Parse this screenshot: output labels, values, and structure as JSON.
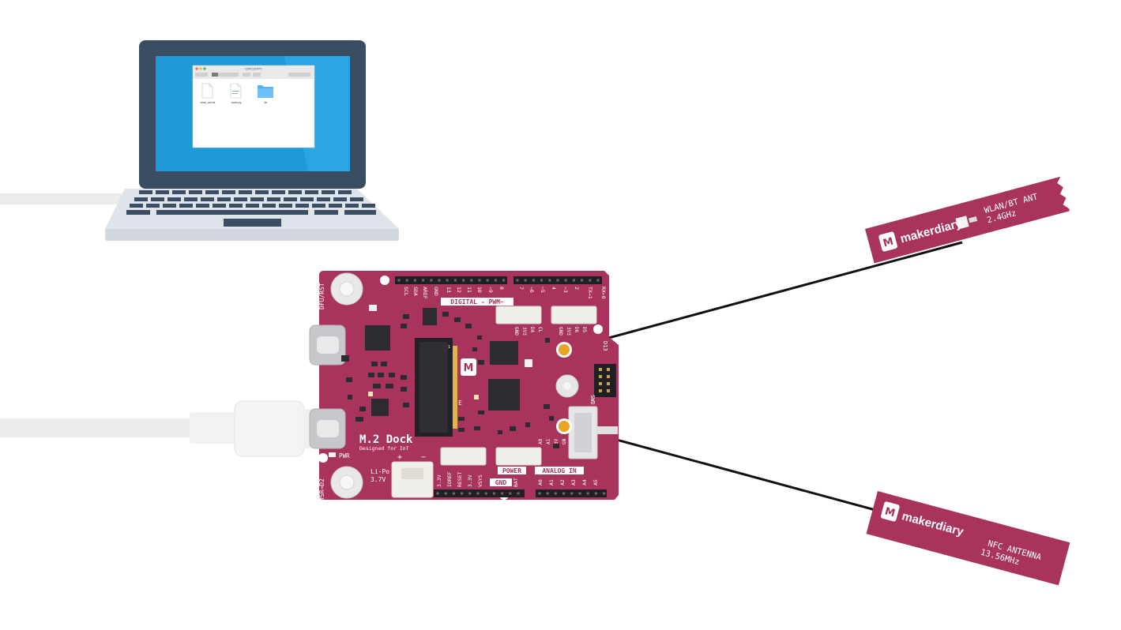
{
  "colors": {
    "board": "#a8335c",
    "board_dark": "#8c2448",
    "silk": "#ffffff",
    "header": "#1f1f24",
    "laptop_body": "#3a4d62",
    "laptop_screen": "#1e9bd7",
    "laptop_base": "#dfe3ea",
    "keys": "#3a4d62",
    "cable": "#ececec",
    "antenna": "#a8335c",
    "wire": "#111111",
    "connector_gold": "#e9a521",
    "folder": "#58b1ef"
  },
  "finder": {
    "title": "CIRCUITPY",
    "files": [
      {
        "name": "boot_out.txt",
        "icon": "document-icon"
      },
      {
        "name": "code.py",
        "icon": "python-file-icon"
      },
      {
        "name": "lib",
        "icon": "folder-icon"
      }
    ]
  },
  "board": {
    "name": "M.2 Dock",
    "tagline": "Designed for IoT",
    "left_labels": {
      "top": "DFU/RST",
      "bottom": "USR→D2"
    },
    "pwr_label": "PWR",
    "battery_label": [
      "Li-Po",
      "3.7V"
    ],
    "battery_polarity": [
      "+",
      "−"
    ],
    "top_header_labels": [
      "SCL",
      "SDA",
      "AREF",
      "GND",
      "13",
      "12",
      "11",
      "10",
      "~9",
      "8",
      "7",
      "~6",
      "~5",
      "4",
      "~3",
      "2",
      "TX→1",
      "RX←0"
    ],
    "top_group_label": "DIGITAL - PWM~",
    "grove_top_left": [
      "GND",
      "3V3",
      "DA",
      "CL"
    ],
    "grove_top_right": [
      "GND",
      "3V3",
      "D6",
      "D5"
    ],
    "right_side_label": "D13",
    "swd_label": "SWD",
    "m2_pins": [
      "1",
      "E"
    ],
    "bottom_power_labels": [
      "3.3V",
      "IOREF",
      "RESET",
      "3.3V",
      "VSYS",
      "GND",
      "BAT"
    ],
    "bottom_power_group": "POWER",
    "bottom_gnd_label": "GND",
    "grove_bottom": [
      "A0",
      "A1",
      "3V",
      "GN"
    ],
    "bottom_analog_labels": [
      "A0",
      "A1",
      "A2",
      "A3",
      "A4",
      "A5"
    ],
    "bottom_analog_group": "ANALOG IN",
    "logo_letter": "M"
  },
  "antennas": [
    {
      "id": "wlan",
      "brand": "makerdiary",
      "line1": "WLAN/BT ANT",
      "line2": "2.4GHz"
    },
    {
      "id": "nfc",
      "brand": "makerdiary",
      "line1": "NFC ANTENNA",
      "line2": "13.56MHz"
    }
  ]
}
